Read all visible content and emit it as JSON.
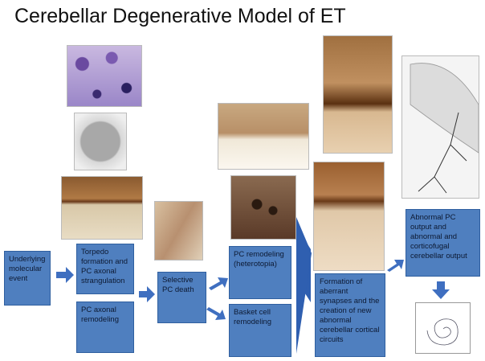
{
  "title": "Cerebellar Degenerative Model of ET",
  "boxes": {
    "underlying": "Underlying molecular event",
    "torpedo": "Torpedo formation and PC axonal strangulation",
    "axonal_remodeling": "PC axonal remodeling",
    "selective_death": "Selective PC death",
    "pc_remodeling": "PC remodeling (heterotopia)",
    "basket_cell": "Basket cell remodeling",
    "aberrant_synapses": "Formation of aberrant synapses and the creation of new abnormal cerebellar cortical circuits",
    "abnormal_output": "Abnormal PC output and abnormal and corticofugal cerebellar output"
  },
  "colors": {
    "box": "#4f7fbf",
    "arrow": "#3f6fc0"
  }
}
